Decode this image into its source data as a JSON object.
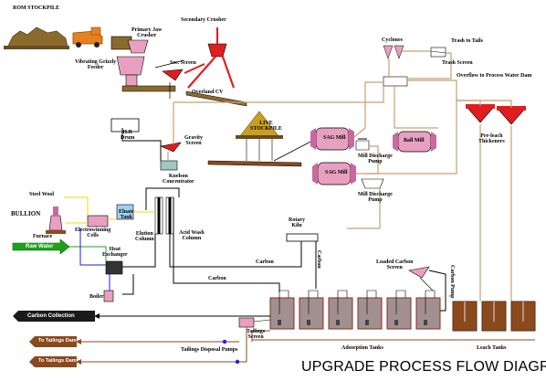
{
  "labels": {
    "rom_stockpile": "ROM STOCKPILE",
    "primary_jaw_crusher": "Primary Jaw\nCrusher",
    "secondary_crusher": "Secondary Crusher",
    "vibrating_grizzly_feeder": "Vibrating Grizzly\nFeeder",
    "sec_screen": "Sec. Screen",
    "overland_cv": "Overland CV",
    "cyclones": "Cyclones",
    "trash_to_tails": "Trash to Tails",
    "trash_screen": "Trash Screen",
    "overflow_to_process_water_dam": "Overflow to Process Water Dam",
    "hr_drum": "H.R\nDrum",
    "gravity_screen": "Gravity\nScreen",
    "live_stockpile": "LIVE\nSTOCKPILE",
    "sag_mill_1": "SAG Mill",
    "sag_mill_2": "SAG Mill",
    "ball_mill": "Ball Mill",
    "mill_discharge_pump_1": "Mill Discharge\nPump",
    "mill_discharge_pump_2": "Mill Discharge\nPump",
    "pre_leach_thickeners": "Pre-leach\nThickeners",
    "knelson_concentrator": "Knelson\nConcentrator",
    "steel_wool": "Steel Wool",
    "bullion": "BULLION",
    "furnace": "Furnace",
    "electrowinning_cells": "Electrowinning\nCells",
    "eluate_tank": "Eluate\nTank",
    "elution_column": "Elution\nColumn",
    "acid_wash_column": "Acid Wash\nColumn",
    "rotary_kiln": "Rotary\nKiln",
    "raw_water": "Raw Water",
    "heat_exchanger": "Heat\nExchanger",
    "carbon_1": "Carbon",
    "carbon_2": "Carbon",
    "carbon_vertical": "Carbon",
    "loaded_carbon_screen": "Loaded Carbon\nScreen",
    "carbon_pump": "Carbon Pump",
    "boiler": "Boiler",
    "carbon_collection": "Carbon Collection",
    "to_tailings_dam_1": "To Tailings Dam",
    "to_tailings_dam_2": "To Tailings Dam",
    "tailings_screen": "Tailings\nScreen",
    "tailings_disposal_pumps": "Tailings Disposal Pumps",
    "adsorption_tanks": "Adsorption Tanks",
    "leach_tanks": "Leach Tanks",
    "diagram_title": "UPGRADE PROCESS FLOW DIAGRAM"
  },
  "colors": {
    "ore_brown": "#8b6a2e",
    "truck_orange": "#e8801e",
    "equipment_pink": "#e8a0c0",
    "crusher_red": "#e0201e",
    "thickener_red": "#e01e1e",
    "water_green": "#1ea01e",
    "tank_brown": "#8b4a1e",
    "tank_grey": "#a09090",
    "arrow_dark": "#4a2c1e",
    "line_tan": "#c8a070",
    "line_yellow": "#e8e000",
    "line_blue": "#1e1ee8"
  }
}
